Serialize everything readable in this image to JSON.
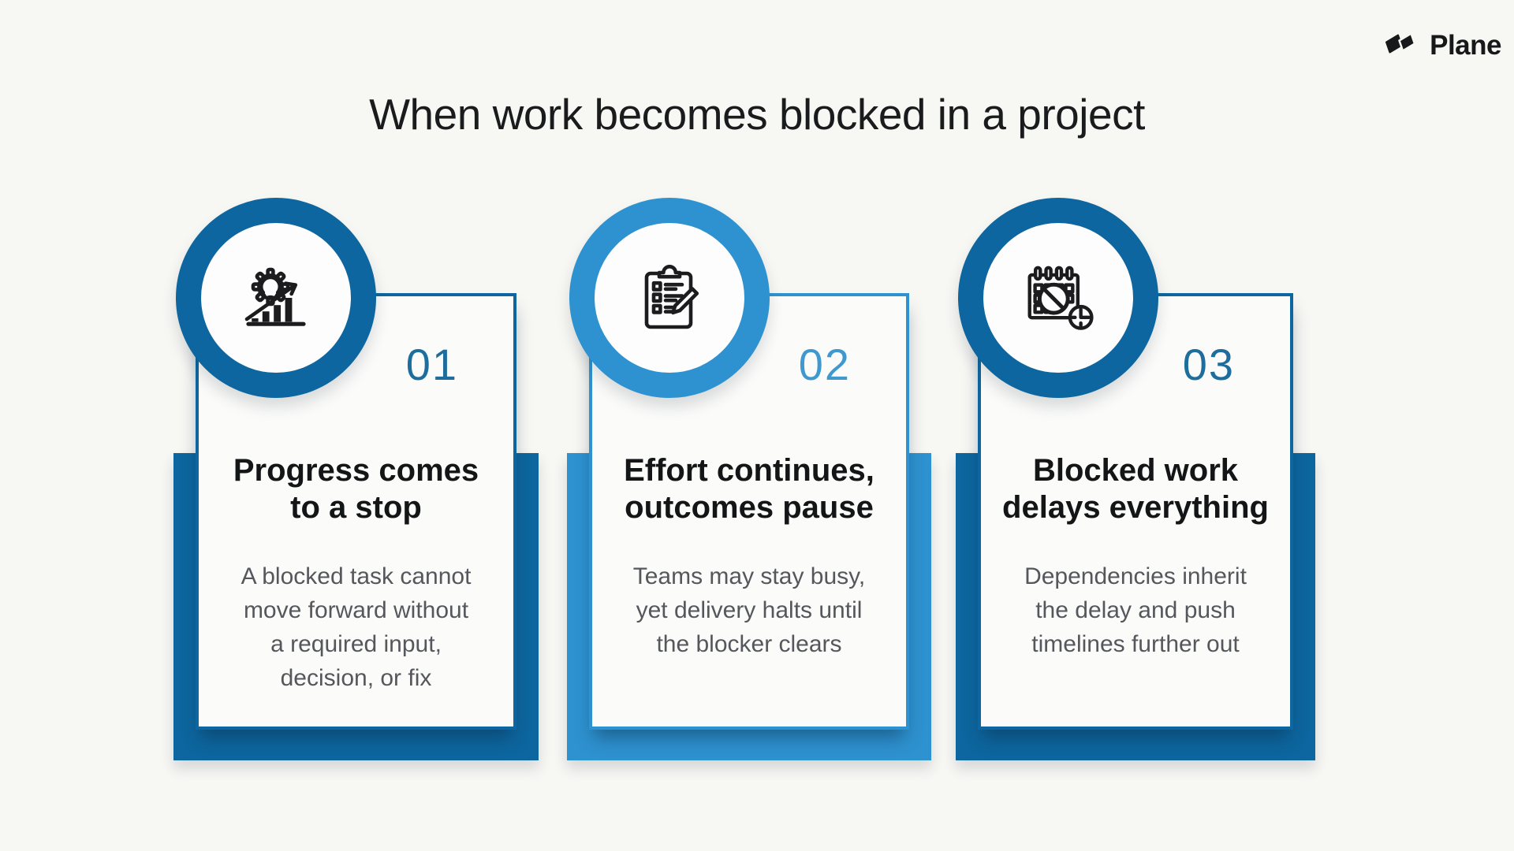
{
  "logo": {
    "brand": "Plane"
  },
  "header": {
    "title": "When work becomes blocked in a project"
  },
  "colors": {
    "accent-dark": "#0D669F",
    "accent-light": "#2E92D0",
    "number-dark": "#1D6E9C",
    "number-light": "#3F98CE",
    "background": "#F7F7F4",
    "card-bg": "#FBFBFA",
    "title-text": "#1A1B1D",
    "body-text": "#55575C"
  },
  "cards": [
    {
      "number": "01",
      "theme": "dark",
      "icon": "growth-gear-icon",
      "title": "Progress comes\nto a stop",
      "body": "A blocked task cannot\nmove forward without\na required input,\ndecision, or fix"
    },
    {
      "number": "02",
      "theme": "light",
      "icon": "clipboard-checklist-icon",
      "title": "Effort continues,\noutcomes pause",
      "body": "Teams may stay busy,\nyet delivery halts until\nthe blocker clears"
    },
    {
      "number": "03",
      "theme": "dark",
      "icon": "calendar-blocked-clock-icon",
      "title": "Blocked work\ndelays everything",
      "body": "Dependencies inherit\nthe delay and push\ntimelines further out"
    }
  ]
}
